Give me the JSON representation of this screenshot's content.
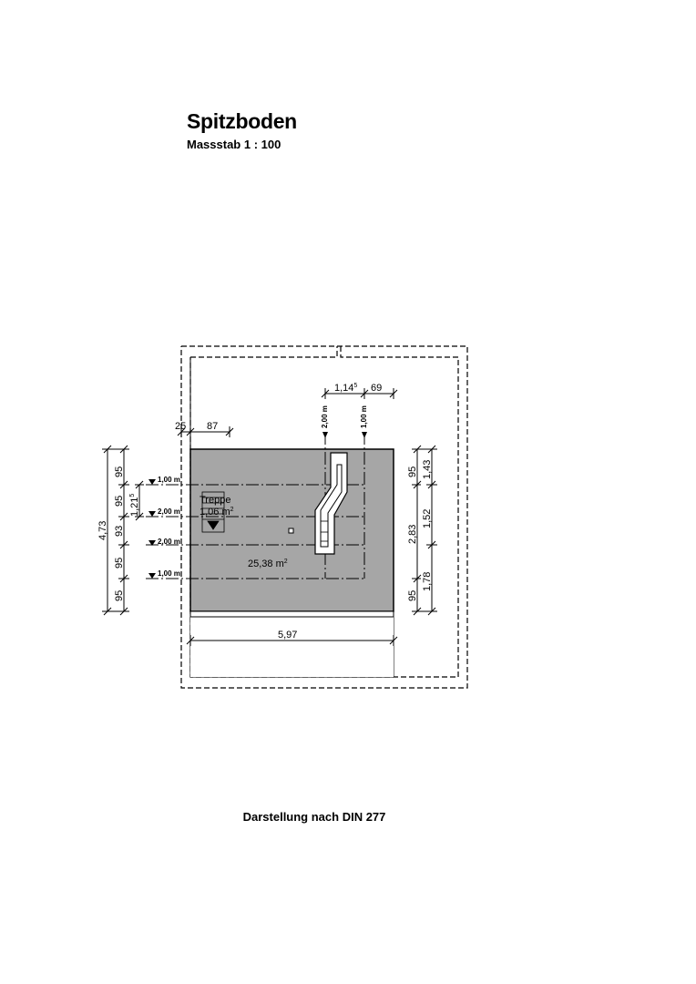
{
  "header": {
    "title": "Spitzboden",
    "scale": "Massstab 1 : 100"
  },
  "plan": {
    "room_area": "25,38 m",
    "stair_label": "Treppe",
    "stair_area": "1,06 m",
    "area_unit_exp": "2",
    "height_lines": {
      "left": [
        "1,00 m",
        "2,00 m",
        "2,00 m",
        "1,00 m"
      ],
      "top": [
        "2,00 m",
        "1,00 m"
      ]
    },
    "dimensions": {
      "left_outer_total": "4,73",
      "left_inner": [
        "95",
        "95",
        "93",
        "95",
        "95"
      ],
      "left_stair": "1,21",
      "left_stair_exp": "5",
      "right_outer": [
        "95",
        "2,83",
        "95"
      ],
      "right_inner": [
        "1,43",
        "1,52",
        "1,78"
      ],
      "top_left": [
        "25",
        "87"
      ],
      "top_right": "1,14",
      "top_right_exp": "5",
      "top_right_2": "69",
      "bottom_width": "5,97"
    }
  },
  "footer": {
    "note": "Darstellung nach DIN 277"
  }
}
